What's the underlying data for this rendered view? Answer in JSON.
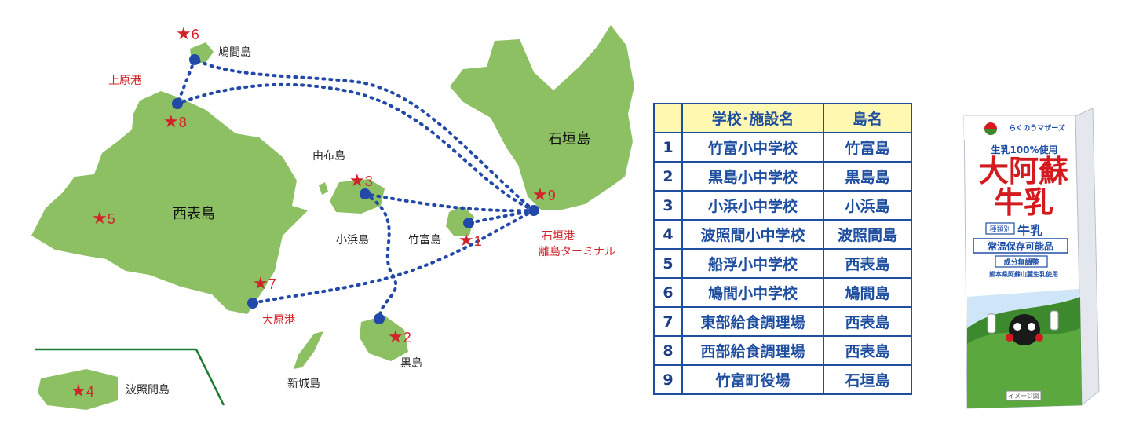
{
  "map": {
    "islands": {
      "hatoma": "鳩間島",
      "yubu": "由布島",
      "iriomote": "西表島",
      "ishigaki": "石垣島",
      "kohama": "小浜島",
      "taketomi": "竹富島",
      "kuroshima": "黒島",
      "aragusuku": "新城島",
      "hateruma": "波照間島"
    },
    "ports": {
      "uehara": "上原港",
      "ohara": "大原港",
      "ishigaki_1": "石垣港",
      "ishigaki_2": "離島ターミナル"
    },
    "markers": [
      "1",
      "2",
      "3",
      "4",
      "5",
      "6",
      "7",
      "8",
      "9"
    ],
    "colors": {
      "land": "#8cc063",
      "route": "#2248a8",
      "star": "#d0242a",
      "label_red": "#d0242a"
    }
  },
  "table": {
    "headers": [
      "",
      "学校･施設名",
      "島名"
    ],
    "rows": [
      {
        "no": "1",
        "name": "竹富小中学校",
        "island": "竹富島"
      },
      {
        "no": "2",
        "name": "黒島小中学校",
        "island": "黒島島"
      },
      {
        "no": "3",
        "name": "小浜小中学校",
        "island": "小浜島"
      },
      {
        "no": "4",
        "name": "波照間小中学校",
        "island": "波照間島"
      },
      {
        "no": "5",
        "name": "船浮小中学校",
        "island": "西表島"
      },
      {
        "no": "6",
        "name": "鳩間小中学校",
        "island": "鳩間島"
      },
      {
        "no": "7",
        "name": "東部給食調理場",
        "island": "西表島"
      },
      {
        "no": "8",
        "name": "西部給食調理場",
        "island": "西表島"
      },
      {
        "no": "9",
        "name": "竹富町役場",
        "island": "石垣島"
      }
    ],
    "colors": {
      "border": "#1e4ea0",
      "header_bg": "#fff8b0",
      "text": "#1e4ea0"
    }
  },
  "milk": {
    "brand": "らくのうマザーズ",
    "subtitle": "生乳100%使用",
    "title_1": "大阿蘇",
    "title_2": "牛乳",
    "type_label": "種類別",
    "type_value": "牛乳",
    "storage": "常温保存可能品",
    "no_adjust": "成分無調整",
    "source": "熊本県阿蘇山麓生乳使用",
    "image_note": "イメージ図",
    "colors": {
      "red": "#d41a1f",
      "blue": "#1d4ea6",
      "grass": "#3d8a2e"
    }
  }
}
